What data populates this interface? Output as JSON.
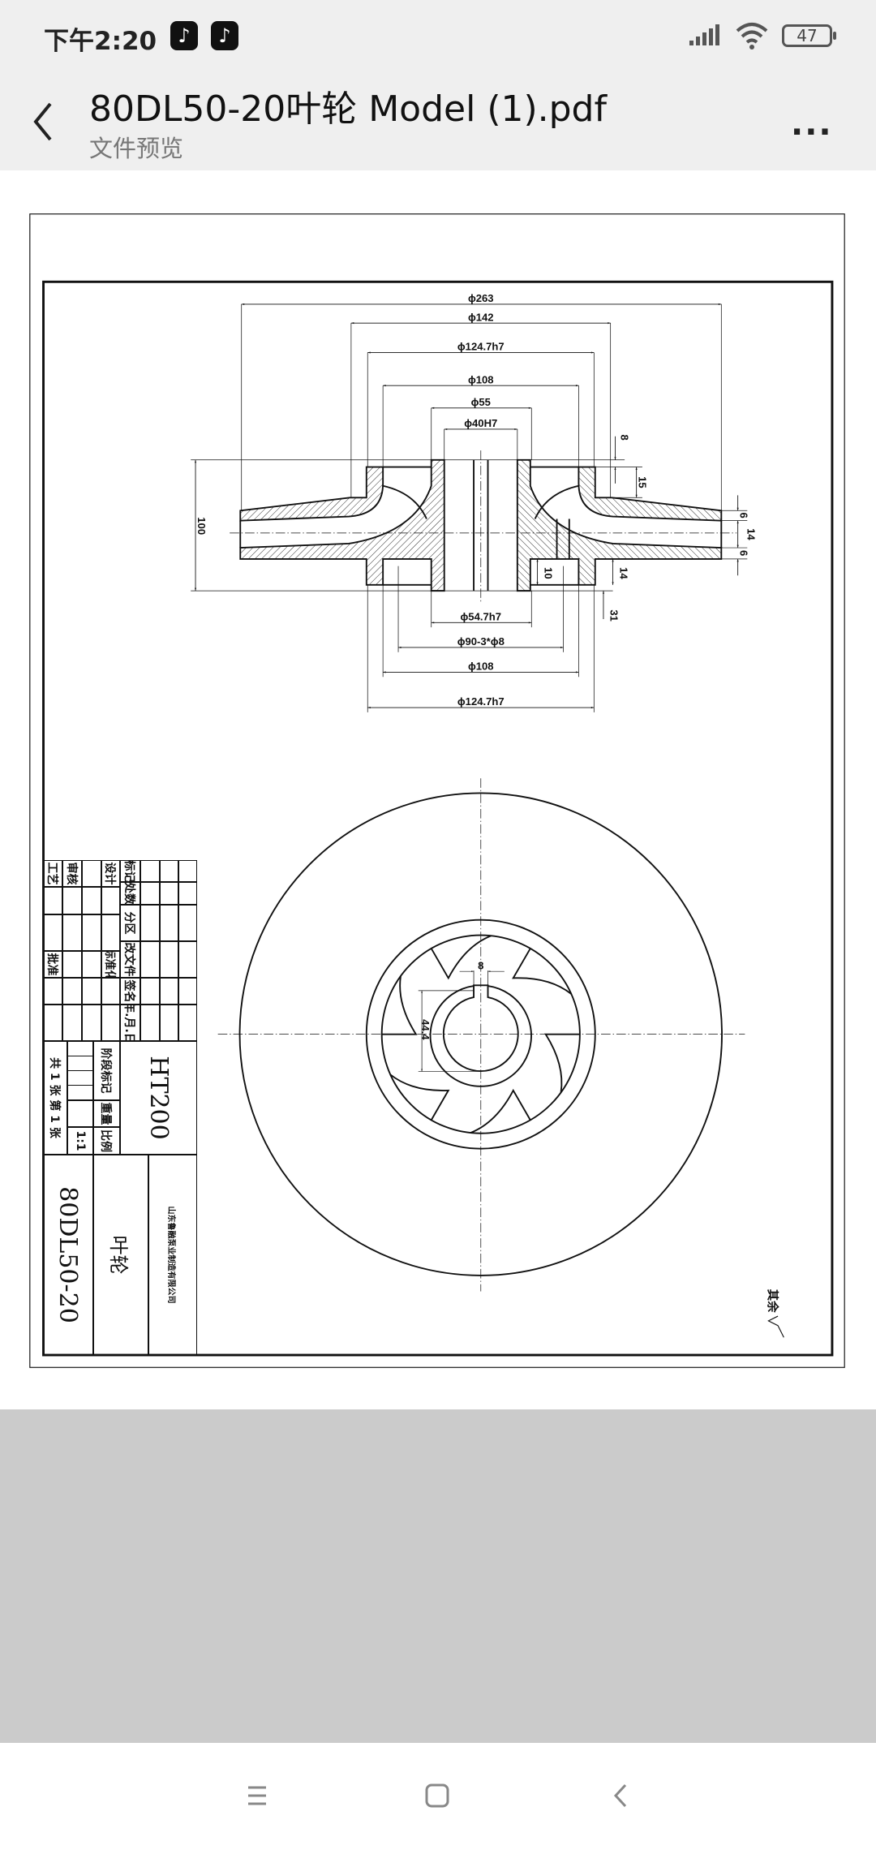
{
  "status": {
    "time": "下午2:20",
    "app_icons": [
      "tiktok-icon",
      "tiktok-icon"
    ],
    "battery": "47"
  },
  "header": {
    "title": "80DL50-20叶轮 Model (1).pdf",
    "subtitle": "文件预览",
    "more": "..."
  },
  "drawing": {
    "top_dims": {
      "d263": "ϕ263",
      "d142": "ϕ142",
      "d1247a": "ϕ124.7h7",
      "d108a": "ϕ108",
      "d55": "ϕ55",
      "d40": "ϕ40H7",
      "d547": "ϕ54.7h7",
      "d90": "ϕ90-3*ϕ8",
      "d108b": "ϕ108",
      "d1247b": "ϕ124.7h7",
      "h100": "100",
      "h8": "8",
      "h15": "15",
      "h6a": "6",
      "h14a": "14",
      "h6b": "6",
      "h10": "10",
      "h14b": "14",
      "h31": "31"
    },
    "front_dims": {
      "key_width": "8",
      "key_depth": "44.4"
    },
    "blade_count": 6,
    "surface_note": "其余"
  },
  "title_block": {
    "labels": [
      "标记",
      "处数",
      "分区",
      "更改文件号",
      "签名",
      "年.月.日"
    ],
    "design": "设计",
    "standardize": "标准化",
    "review": "审核",
    "process": "工艺",
    "approve": "批准",
    "stage": "阶段标记",
    "weight": "重量",
    "scale_label": "比例",
    "scale": "1:1",
    "sheets": "共 1 张    第 1 张",
    "material": "HT200",
    "company": "山东鲁融泵业制造有限公司",
    "part_name": "叶轮",
    "part_number": "80DL50-20"
  }
}
